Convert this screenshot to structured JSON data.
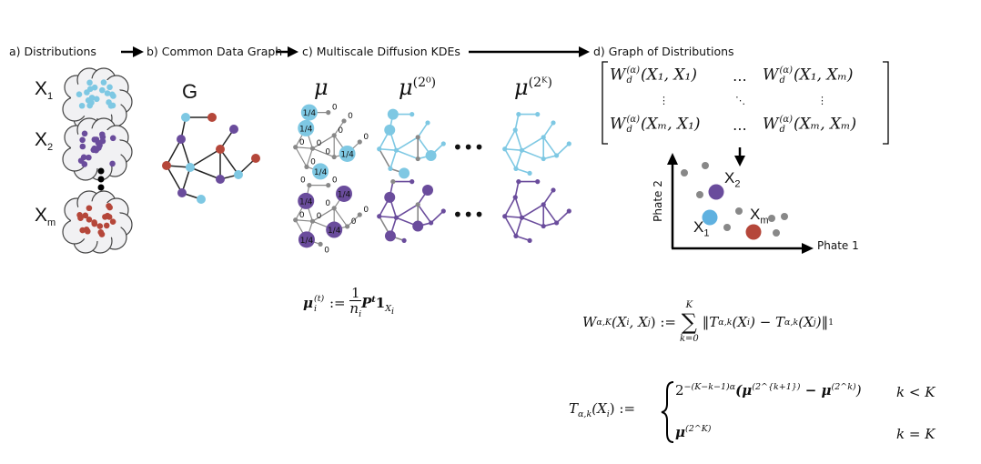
{
  "header": {
    "step_a": "a) Distributions",
    "step_b": "b) Common Data Graph",
    "step_c": "c) Multiscale Diffusion KDEs",
    "step_d": "d) Graph of Distributions"
  },
  "distributions": {
    "x": "X",
    "sub1": "1",
    "sub2": "2",
    "subm": "m"
  },
  "graph_label": "G",
  "kde": {
    "mu": "μ",
    "mu20_sup": "(2⁰)",
    "mu2K_sup": "(2ᴷ)",
    "quarter": "1/4",
    "zero": "0",
    "ellipsis": "•••"
  },
  "matrix": {
    "w": "W",
    "d": "d",
    "alpha": "(α)",
    "dots_h": "⋯",
    "dots_v": "⋮",
    "dots_d": "⋱",
    "r1c1": "(X₁, X₁)",
    "r1cm": "(X₁, Xₘ)",
    "rmc1": "(Xₘ, X₁)",
    "rmcm": "(Xₘ, Xₘ)"
  },
  "embedding": {
    "xlabel": "Phate 1",
    "ylabel": "Phate 2",
    "x": "X",
    "s1": "1",
    "s2": "2",
    "sm": "m"
  },
  "colors": {
    "cyan": "#7ec8e3",
    "purple": "#6a4c9c",
    "red": "#b5473a",
    "gray": "#888888"
  },
  "formulas": {
    "mu_lhs": "μ",
    "mu_sub": "i",
    "mu_sup": "(t)",
    "assign": " := ",
    "one": "1",
    "n": "n",
    "i": "i",
    "P": "P",
    "t": "t",
    "ind": "1",
    "Xi": "X",
    "Xi_sub": "i",
    "W_lhs": "W",
    "W_sub": "α,K",
    "W_args": "(X",
    "W_args2": ", X",
    "W_close": ") := ",
    "sum": "∑",
    "sum_top": "K",
    "sum_bot": "k=0",
    "W_body": "‖T",
    "W_body_sub": "α,k",
    "W_body2": "(X",
    "W_body3": ") − T",
    "W_body4": "(X",
    "W_body5": ")‖",
    "W_body_end": "1",
    "T_lhs": "T",
    "T_sub": "α,k",
    "T_arg": "(X",
    "T_close": ") :=",
    "case1": "2",
    "case1_sup": "−(K−k−1)α",
    "case1_body": "(μ",
    "case1_s1": "(2^{k+1})",
    "case1_mid": " − μ",
    "case1_s2": "(2^k)",
    "case1_end": ")",
    "case1_cond": "k < K",
    "case2": "μ",
    "case2_sup": "(2^K)",
    "case2_cond": "k = K",
    "j": "j"
  }
}
